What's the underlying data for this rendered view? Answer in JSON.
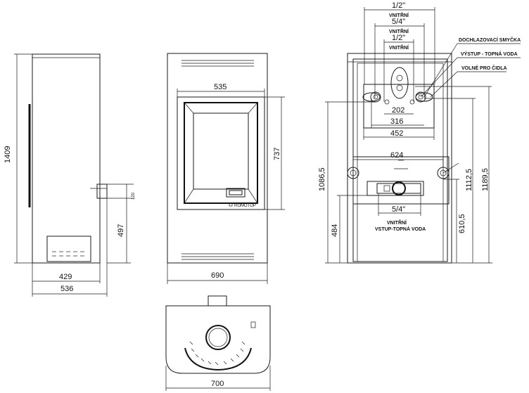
{
  "side_view": {
    "height": "1409",
    "depth_inner": "429",
    "depth_total": "536",
    "outlet_height": "497",
    "outlet_offset": "120"
  },
  "front_view": {
    "door_width": "535",
    "door_height": "737",
    "total_width": "690",
    "brand": "ROMOTOP"
  },
  "top_view": {
    "width": "700"
  },
  "rear_view": {
    "top_pipe_size": "1/2\"",
    "top_pipe_label": "VNITŘNÍ",
    "mid_pipe_size": "5/4\"",
    "mid_pipe_label": "VNITŘNÍ",
    "inner_pipe_size": "1/2\"",
    "inner_pipe_label": "VNITŘNÍ",
    "dim_202": "202",
    "dim_316": "316",
    "dim_452": "452",
    "dim_624": "624",
    "bottom_pipe_size": "5/4\"",
    "bottom_pipe_label_1": "VNITŘNÍ",
    "bottom_pipe_label_2": "VSTUP-TOPNÁ VODA",
    "h_1086": "1086,5",
    "h_484": "484",
    "h_610": "610,5",
    "h_1112": "1112,5",
    "h_1189": "1189,5",
    "callout_1": "DOCHLAZOVACÍ SMYČKA",
    "callout_2": "VÝSTUP - TOPNÁ VODA",
    "callout_3": "VOLNÉ PRO ČIDLA"
  }
}
